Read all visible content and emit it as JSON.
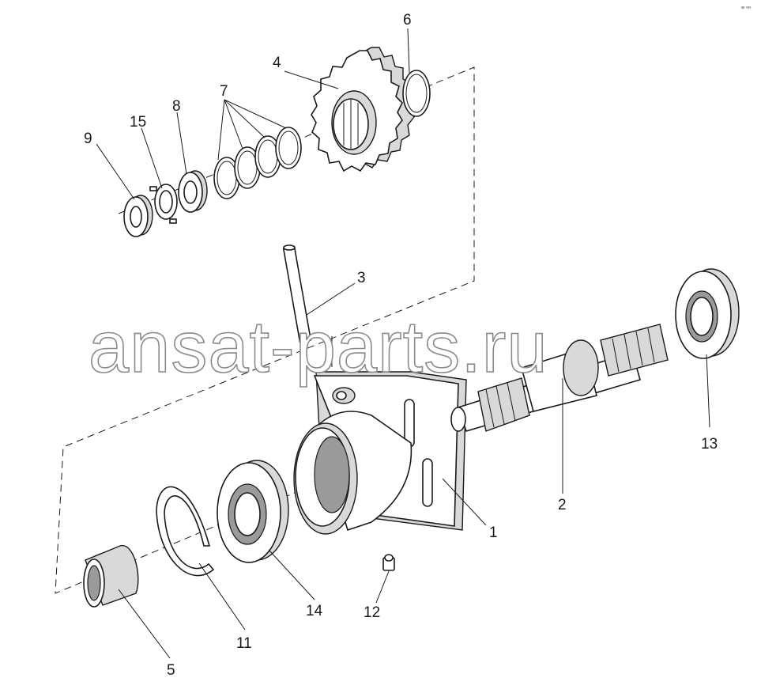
{
  "diagram": {
    "watermark": "ansat-parts.ru",
    "corner_mark": "ᵃᵖ ˢˢˢ",
    "callouts": [
      {
        "id": "c9",
        "label": "9"
      },
      {
        "id": "c15",
        "label": "15"
      },
      {
        "id": "c8",
        "label": "8"
      },
      {
        "id": "c7",
        "label": "7"
      },
      {
        "id": "c4",
        "label": "4"
      },
      {
        "id": "c6",
        "label": "6"
      },
      {
        "id": "c3",
        "label": "3"
      },
      {
        "id": "c13",
        "label": "13"
      },
      {
        "id": "c2",
        "label": "2"
      },
      {
        "id": "c1",
        "label": "1"
      },
      {
        "id": "c14",
        "label": "14"
      },
      {
        "id": "c12",
        "label": "12"
      },
      {
        "id": "c11",
        "label": "11"
      },
      {
        "id": "c5",
        "label": "5"
      }
    ]
  }
}
